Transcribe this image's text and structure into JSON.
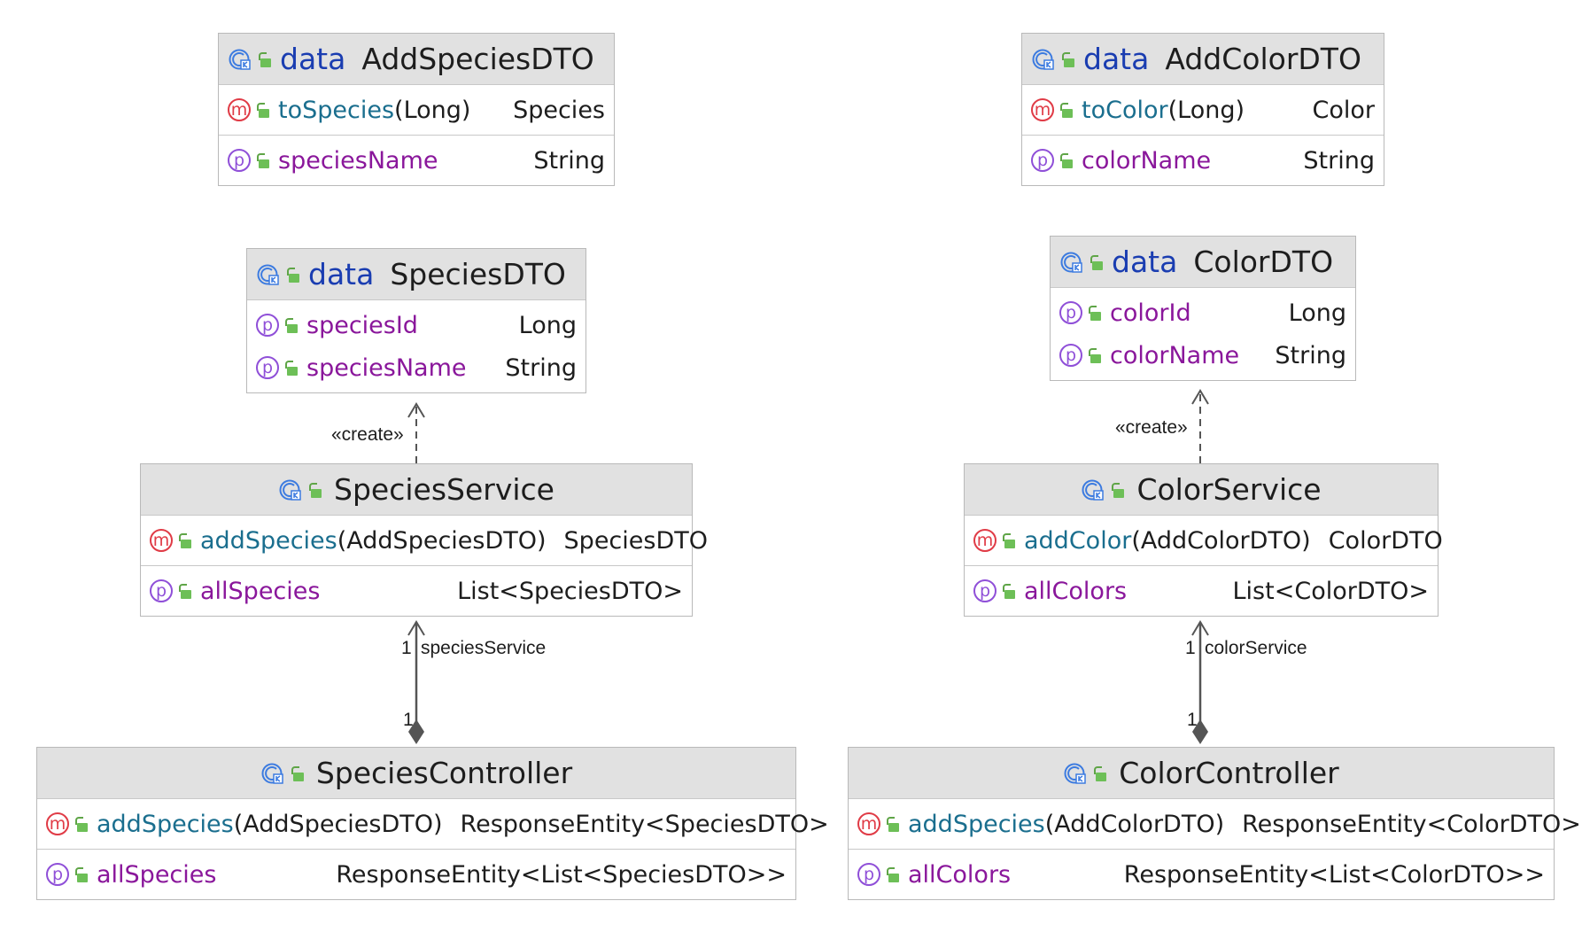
{
  "classes": {
    "add_species_dto": {
      "keyword": "data",
      "name": "AddSpeciesDTO",
      "methods": [
        {
          "name": "toSpecies",
          "params": "(Long)",
          "type": "Species"
        }
      ],
      "properties": [
        {
          "name": "speciesName",
          "type": "String"
        }
      ]
    },
    "species_dto": {
      "keyword": "data",
      "name": "SpeciesDTO",
      "properties": [
        {
          "name": "speciesId",
          "type": "Long"
        },
        {
          "name": "speciesName",
          "type": "String"
        }
      ]
    },
    "species_service": {
      "name": "SpeciesService",
      "methods": [
        {
          "name": "addSpecies",
          "params": "(AddSpeciesDTO)",
          "type": "SpeciesDTO"
        }
      ],
      "properties": [
        {
          "name": "allSpecies",
          "type": "List<SpeciesDTO>"
        }
      ]
    },
    "species_controller": {
      "name": "SpeciesController",
      "methods": [
        {
          "name": "addSpecies",
          "params": "(AddSpeciesDTO)",
          "type": "ResponseEntity<SpeciesDTO>"
        }
      ],
      "properties": [
        {
          "name": "allSpecies",
          "type": "ResponseEntity<List<SpeciesDTO>>"
        }
      ]
    },
    "add_color_dto": {
      "keyword": "data",
      "name": "AddColorDTO",
      "methods": [
        {
          "name": "toColor",
          "params": "(Long)",
          "type": "Color"
        }
      ],
      "properties": [
        {
          "name": "colorName",
          "type": "String"
        }
      ]
    },
    "color_dto": {
      "keyword": "data",
      "name": "ColorDTO",
      "properties": [
        {
          "name": "colorId",
          "type": "Long"
        },
        {
          "name": "colorName",
          "type": "String"
        }
      ]
    },
    "color_service": {
      "name": "ColorService",
      "methods": [
        {
          "name": "addColor",
          "params": "(AddColorDTO)",
          "type": "ColorDTO"
        }
      ],
      "properties": [
        {
          "name": "allColors",
          "type": "List<ColorDTO>"
        }
      ]
    },
    "color_controller": {
      "name": "ColorController",
      "methods": [
        {
          "name": "addSpecies",
          "params": "(AddColorDTO)",
          "type": "ResponseEntity<ColorDTO>"
        }
      ],
      "properties": [
        {
          "name": "allColors",
          "type": "ResponseEntity<List<ColorDTO>>"
        }
      ]
    }
  },
  "relations": {
    "species_create": "«create»",
    "color_create": "«create»",
    "species_assoc": {
      "target_mult": "1",
      "role": "speciesService",
      "source_mult": "1"
    },
    "color_assoc": {
      "target_mult": "1",
      "role": "colorService",
      "source_mult": "1"
    }
  },
  "badges": {
    "method": "m",
    "property": "p"
  },
  "icons": {
    "class": "class-icon",
    "visibility": "public-lock-icon"
  }
}
